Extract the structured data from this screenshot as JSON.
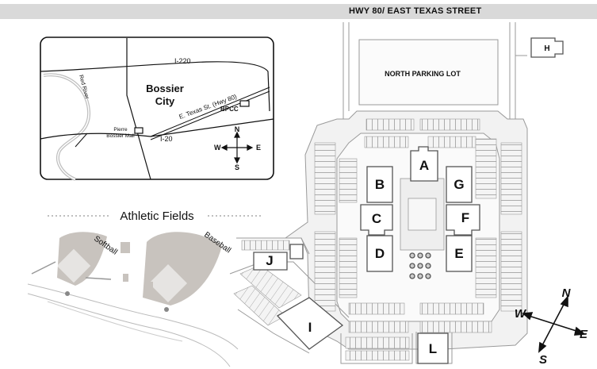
{
  "highway_label": "HWY 80/ EAST TEXAS STREET",
  "north_parking_label": "NORTH PARKING LOT",
  "athletic_fields_label": "Athletic Fields",
  "softball_label": "Softball",
  "baseball_label": "Baseball",
  "buildings": {
    "A": "A",
    "B": "B",
    "C": "C",
    "D": "D",
    "E": "E",
    "F": "F",
    "G": "G",
    "H": "H",
    "I": "I",
    "J": "J",
    "L": "L"
  },
  "inset_map": {
    "city_line1": "Bossier",
    "city_line2": "City",
    "i220": "I-220",
    "i20": "I-20",
    "street": "E. Texas St. (Hwy 80)",
    "bpcc": "BPCC",
    "mall_line1": "Pierre",
    "mall_line2": "Bossier Mall",
    "river": "Red River"
  },
  "compass_small": {
    "n": "N",
    "s": "S",
    "e": "E",
    "w": "W"
  },
  "compass_large": {
    "n": "N",
    "s": "S",
    "e": "E",
    "w": "W"
  },
  "colors": {
    "fields": "#c8c3be",
    "road": "#e3e3e3",
    "outline": "#8e8e8e",
    "building": "#ffffff",
    "ink": "#111111"
  }
}
